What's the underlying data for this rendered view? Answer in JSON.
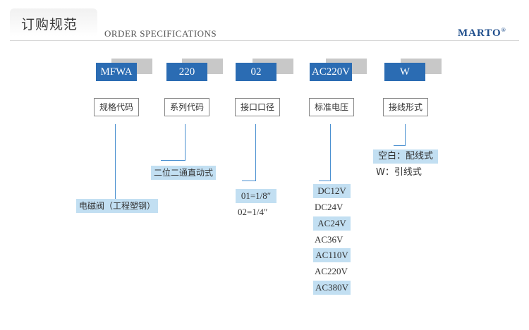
{
  "header": {
    "title": "订购规范",
    "subtitle": "ORDER SPECIFICATIONS",
    "brand": "MARTO",
    "brand_mark": "®"
  },
  "codes": [
    "MFWA",
    "220",
    "02",
    "AC220V",
    "W"
  ],
  "labels": [
    "规格代码",
    "系列代码",
    "接口口径",
    "标准电压",
    "接线形式"
  ],
  "options": {
    "spec": [
      "电磁阀（工程塑钢）"
    ],
    "series": [
      "二位二通直动式"
    ],
    "port": [
      "01=1/8″",
      "02=1/4″"
    ],
    "voltage": [
      "DC12V",
      "DC24V",
      "AC24V",
      "AC36V",
      "AC110V",
      "AC220V",
      "AC380V"
    ],
    "wiring": [
      "空白：配线式",
      "W：引线式"
    ]
  },
  "colors": {
    "code_bg": "#2b6cb3",
    "chip_bg": "#c2dff2",
    "line": "#4a90d0",
    "brand": "#1f4e8c"
  }
}
